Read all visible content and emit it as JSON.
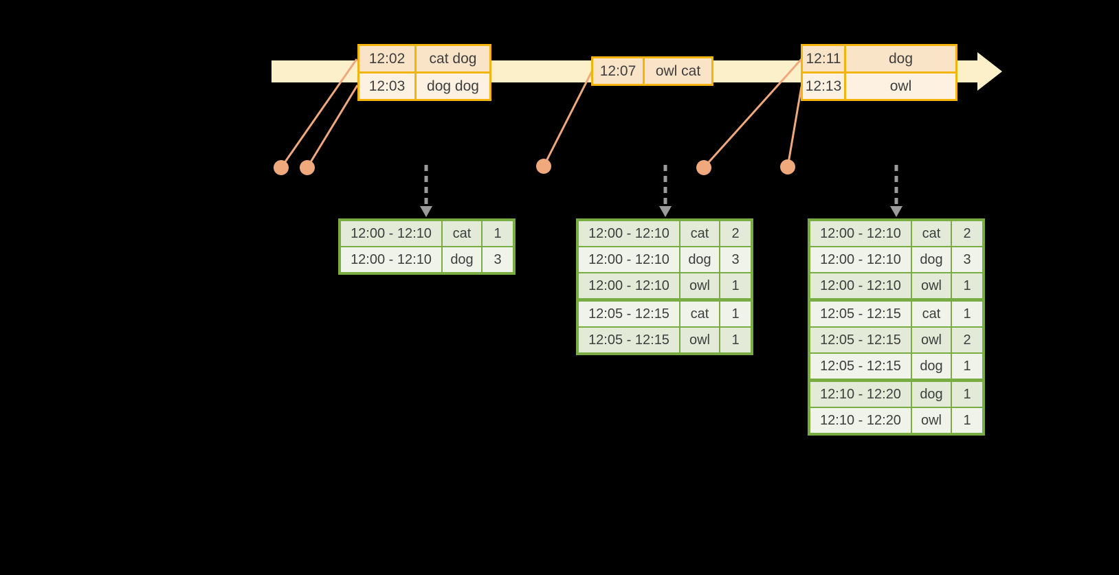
{
  "timeline": {
    "event_boxes": [
      {
        "rows": [
          {
            "time": "12:02",
            "words": "cat dog"
          },
          {
            "time": "12:03",
            "words": "dog dog"
          }
        ]
      },
      {
        "rows": [
          {
            "time": "12:07",
            "words": "owl cat"
          }
        ]
      },
      {
        "rows": [
          {
            "time": "12:11",
            "words": "dog"
          },
          {
            "time": "12:13",
            "words": "owl"
          }
        ]
      }
    ]
  },
  "result_tables": [
    {
      "rows": [
        {
          "window": "12:00 - 12:10",
          "word": "cat",
          "count": "1"
        },
        {
          "window": "12:00 - 12:10",
          "word": "dog",
          "count": "3"
        }
      ]
    },
    {
      "rows": [
        {
          "window": "12:00 - 12:10",
          "word": "cat",
          "count": "2"
        },
        {
          "window": "12:00 - 12:10",
          "word": "dog",
          "count": "3"
        },
        {
          "window": "12:00 - 12:10",
          "word": "owl",
          "count": "1"
        },
        {
          "window": "12:05 - 12:15",
          "word": "cat",
          "count": "1"
        },
        {
          "window": "12:05 - 12:15",
          "word": "owl",
          "count": "1"
        }
      ]
    },
    {
      "rows": [
        {
          "window": "12:00 - 12:10",
          "word": "cat",
          "count": "2"
        },
        {
          "window": "12:00 - 12:10",
          "word": "dog",
          "count": "3"
        },
        {
          "window": "12:00 - 12:10",
          "word": "owl",
          "count": "1"
        },
        {
          "window": "12:05 - 12:15",
          "word": "cat",
          "count": "1"
        },
        {
          "window": "12:05 - 12:15",
          "word": "owl",
          "count": "2"
        },
        {
          "window": "12:05 - 12:15",
          "word": "dog",
          "count": "1"
        },
        {
          "window": "12:10 - 12:20",
          "word": "dog",
          "count": "1"
        },
        {
          "window": "12:10 - 12:20",
          "word": "owl",
          "count": "1"
        }
      ]
    }
  ],
  "colors": {
    "background": "#000000",
    "timeline_band": "#FBF0CA",
    "event_box_border": "#F2B40D",
    "event_cell_dark": "#FAE4C8",
    "event_cell_light": "#FDF2E2",
    "marker_salmon": "#F0A87D",
    "table_border_green": "#79AC43",
    "table_cell_dark": "#E3EAD8",
    "table_cell_light": "#EFF3E9",
    "trigger_gray": "#9B9B9B",
    "text": "#3E3E3E"
  }
}
